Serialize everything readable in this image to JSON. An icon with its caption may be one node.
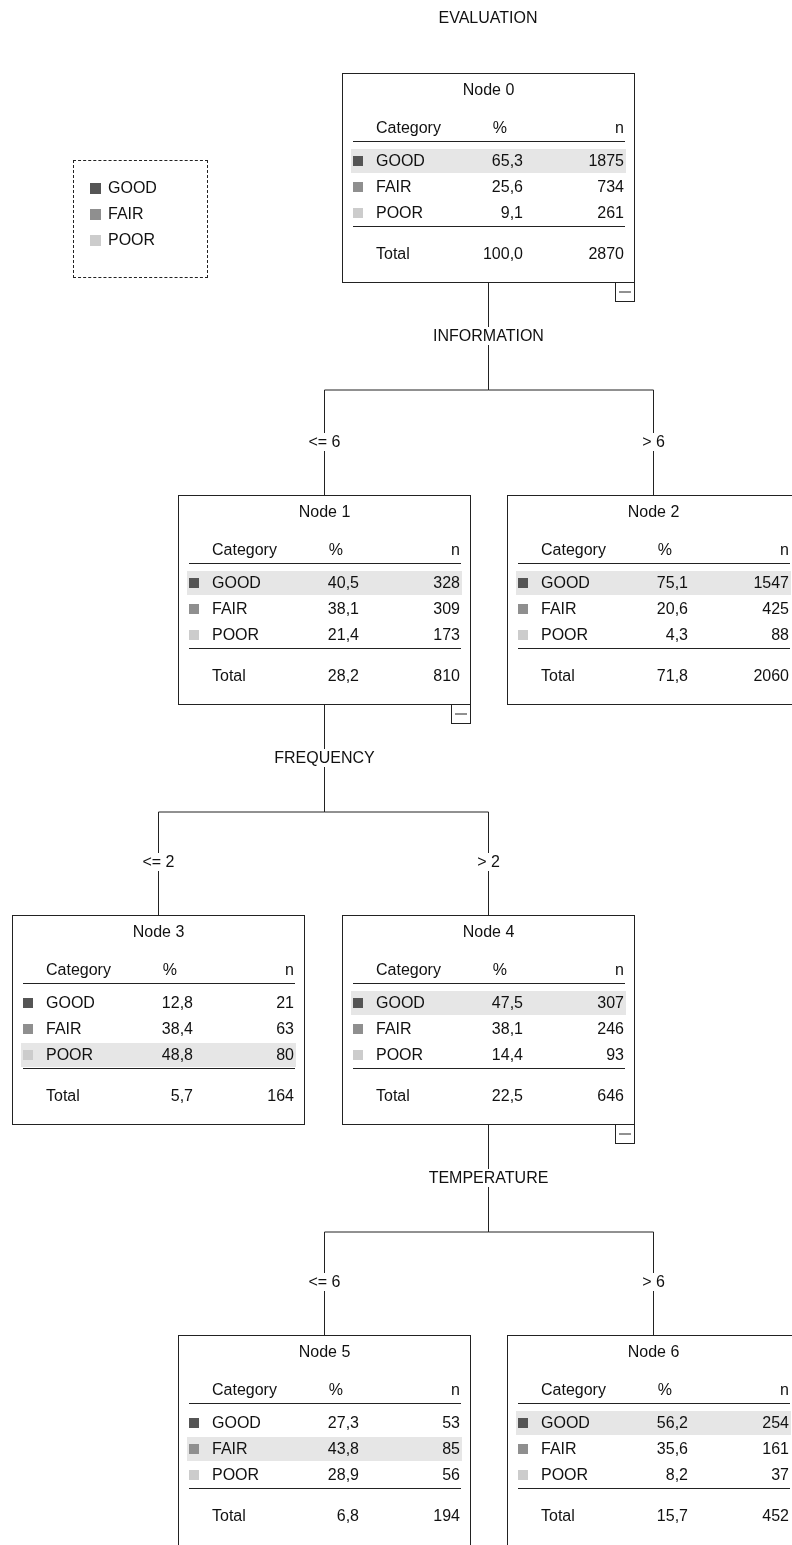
{
  "diagram": {
    "title": "EVALUATION",
    "nodes": [
      {
        "text": [
          "Node 0",
          "Category",
          "%",
          "n",
          "GOOD",
          "65,3",
          "1875",
          "FAIR",
          "25,6",
          "734",
          "POOR",
          "9,1",
          "261",
          "Total",
          "100,0",
          "2870"
        ]
      },
      {
        "text": [
          "Node 1",
          "Category",
          "%",
          "n",
          "GOOD",
          "40,5",
          "328",
          "FAIR",
          "38,1",
          "309",
          "POOR",
          "21,4",
          "173",
          "Total",
          "28,2",
          "810"
        ]
      },
      {
        "text": [
          "Node 2",
          "Category",
          "%",
          "n",
          "GOOD",
          "75,1",
          "1547",
          "FAIR",
          "20,6",
          "425",
          "POOR",
          "4,3",
          "88",
          "Total",
          "71,8",
          "2060"
        ]
      },
      {
        "text": [
          "Node 3",
          "Category",
          "%",
          "n",
          "GOOD",
          "12,8",
          "21",
          "FAIR",
          "38,4",
          "63",
          "POOR",
          "48,8",
          "80",
          "Total",
          "5,7",
          "164"
        ]
      },
      {
        "text": [
          "Node 4",
          "Category",
          "%",
          "n",
          "GOOD",
          "47,5",
          "307",
          "FAIR",
          "38,1",
          "246",
          "POOR",
          "14,4",
          "93",
          "Total",
          "22,5",
          "646"
        ]
      },
      {
        "text": [
          "Node 5",
          "Category",
          "%",
          "n",
          "GOOD",
          "27,3",
          "53",
          "FAIR",
          "43,8",
          "85",
          "POOR",
          "28,9",
          "56",
          "Total",
          "6,8",
          "194"
        ]
      },
      {
        "text": [
          "Node 6",
          "Category",
          "%",
          "n",
          "GOOD",
          "56,2",
          "254",
          "FAIR",
          "35,6",
          "161",
          "POOR",
          "8,2",
          "37",
          "Total",
          "15,7",
          "452"
        ]
      }
    ],
    "edges": [
      {
        "from": 0,
        "to": 1,
        "arrow": "none",
        "label": "<= 6"
      },
      {
        "from": 0,
        "to": 2,
        "arrow": "none",
        "label": "> 6"
      },
      {
        "from": 1,
        "to": 3,
        "arrow": "none",
        "label": "<= 2"
      },
      {
        "from": 1,
        "to": 4,
        "arrow": "none",
        "label": "> 2"
      },
      {
        "from": 4,
        "to": 5,
        "arrow": "none",
        "label": "<= 6"
      },
      {
        "from": 4,
        "to": 6,
        "arrow": "none",
        "label": "> 6"
      }
    ],
    "labels": [
      "INFORMATION",
      "FREQUENCY",
      "TEMPERATURE"
    ],
    "legend": [
      {
        "text": "GOOD",
        "color": "#555555"
      },
      {
        "text": "FAIR",
        "color": "#8f8f8f"
      },
      {
        "text": "POOR",
        "color": "#cccccc"
      }
    ]
  }
}
